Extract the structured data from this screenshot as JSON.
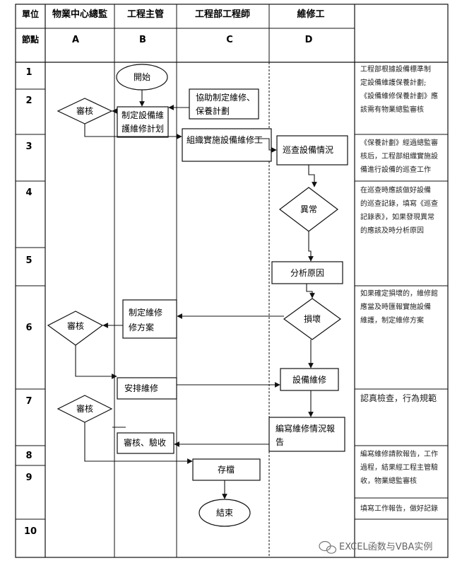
{
  "header": {
    "unit_label": "單位",
    "node_label": "節點",
    "lanes": [
      {
        "title": "物業中心總監",
        "letter": "A"
      },
      {
        "title": "工程主管",
        "letter": "B"
      },
      {
        "title": "工程部工程師",
        "letter": "C"
      },
      {
        "title": "維修工",
        "letter": "D"
      }
    ]
  },
  "rows": [
    "1",
    "2",
    "3",
    "4",
    "5",
    "6",
    "7",
    "8",
    "9",
    "10"
  ],
  "nodes": {
    "start": "開始",
    "review1": "審核",
    "plan": [
      "制定設備維",
      "護維修計划"
    ],
    "assist": [
      "協助制定維修、",
      "保養計劃"
    ],
    "organize": "組織實施設備維修工",
    "inspect": "巡查設備情況",
    "abnormal": "異常",
    "analyze": "分析原因",
    "damage": "損壞",
    "repair_plan": [
      "制定維修",
      "修方案"
    ],
    "review2": "審核",
    "arrange": "安排維修",
    "equip_repair": "設備維修",
    "review3": "審核",
    "report": [
      "編寫維修情況報",
      "告"
    ],
    "accept": "審核、驗收",
    "archive": "存檔",
    "end": "結束"
  },
  "notes": {
    "n1": [
      "工程部根據設備標準制",
      "定設備維護保養計劃;",
      "《設備維修保養計劃》應",
      "該需有物業總監審核"
    ],
    "n2": [
      "《保養計劃》經過總監審",
      "核后，工程部組織實施設",
      "備進行設備的巡查工作"
    ],
    "n3": [
      "在巡查時應該做好設備",
      "的巡查記錄，填寫《巡查",
      "記錄表》，如果發現異常",
      "的應該及時分析原因"
    ],
    "n4": [
      "如果確定損壞的，維修館",
      "應當及時匯報實施設備",
      "維護，制定維修方案"
    ],
    "n5": [
      "認真檢查，行為規範"
    ],
    "n6": [
      "編寫維修請款報告，工作",
      "過程，結果經工程主管驗",
      "收，物業總監審核"
    ],
    "n7": [
      "填寫工作報告，做好記錄"
    ]
  },
  "watermark": "EXCEL函数与VBA实例"
}
